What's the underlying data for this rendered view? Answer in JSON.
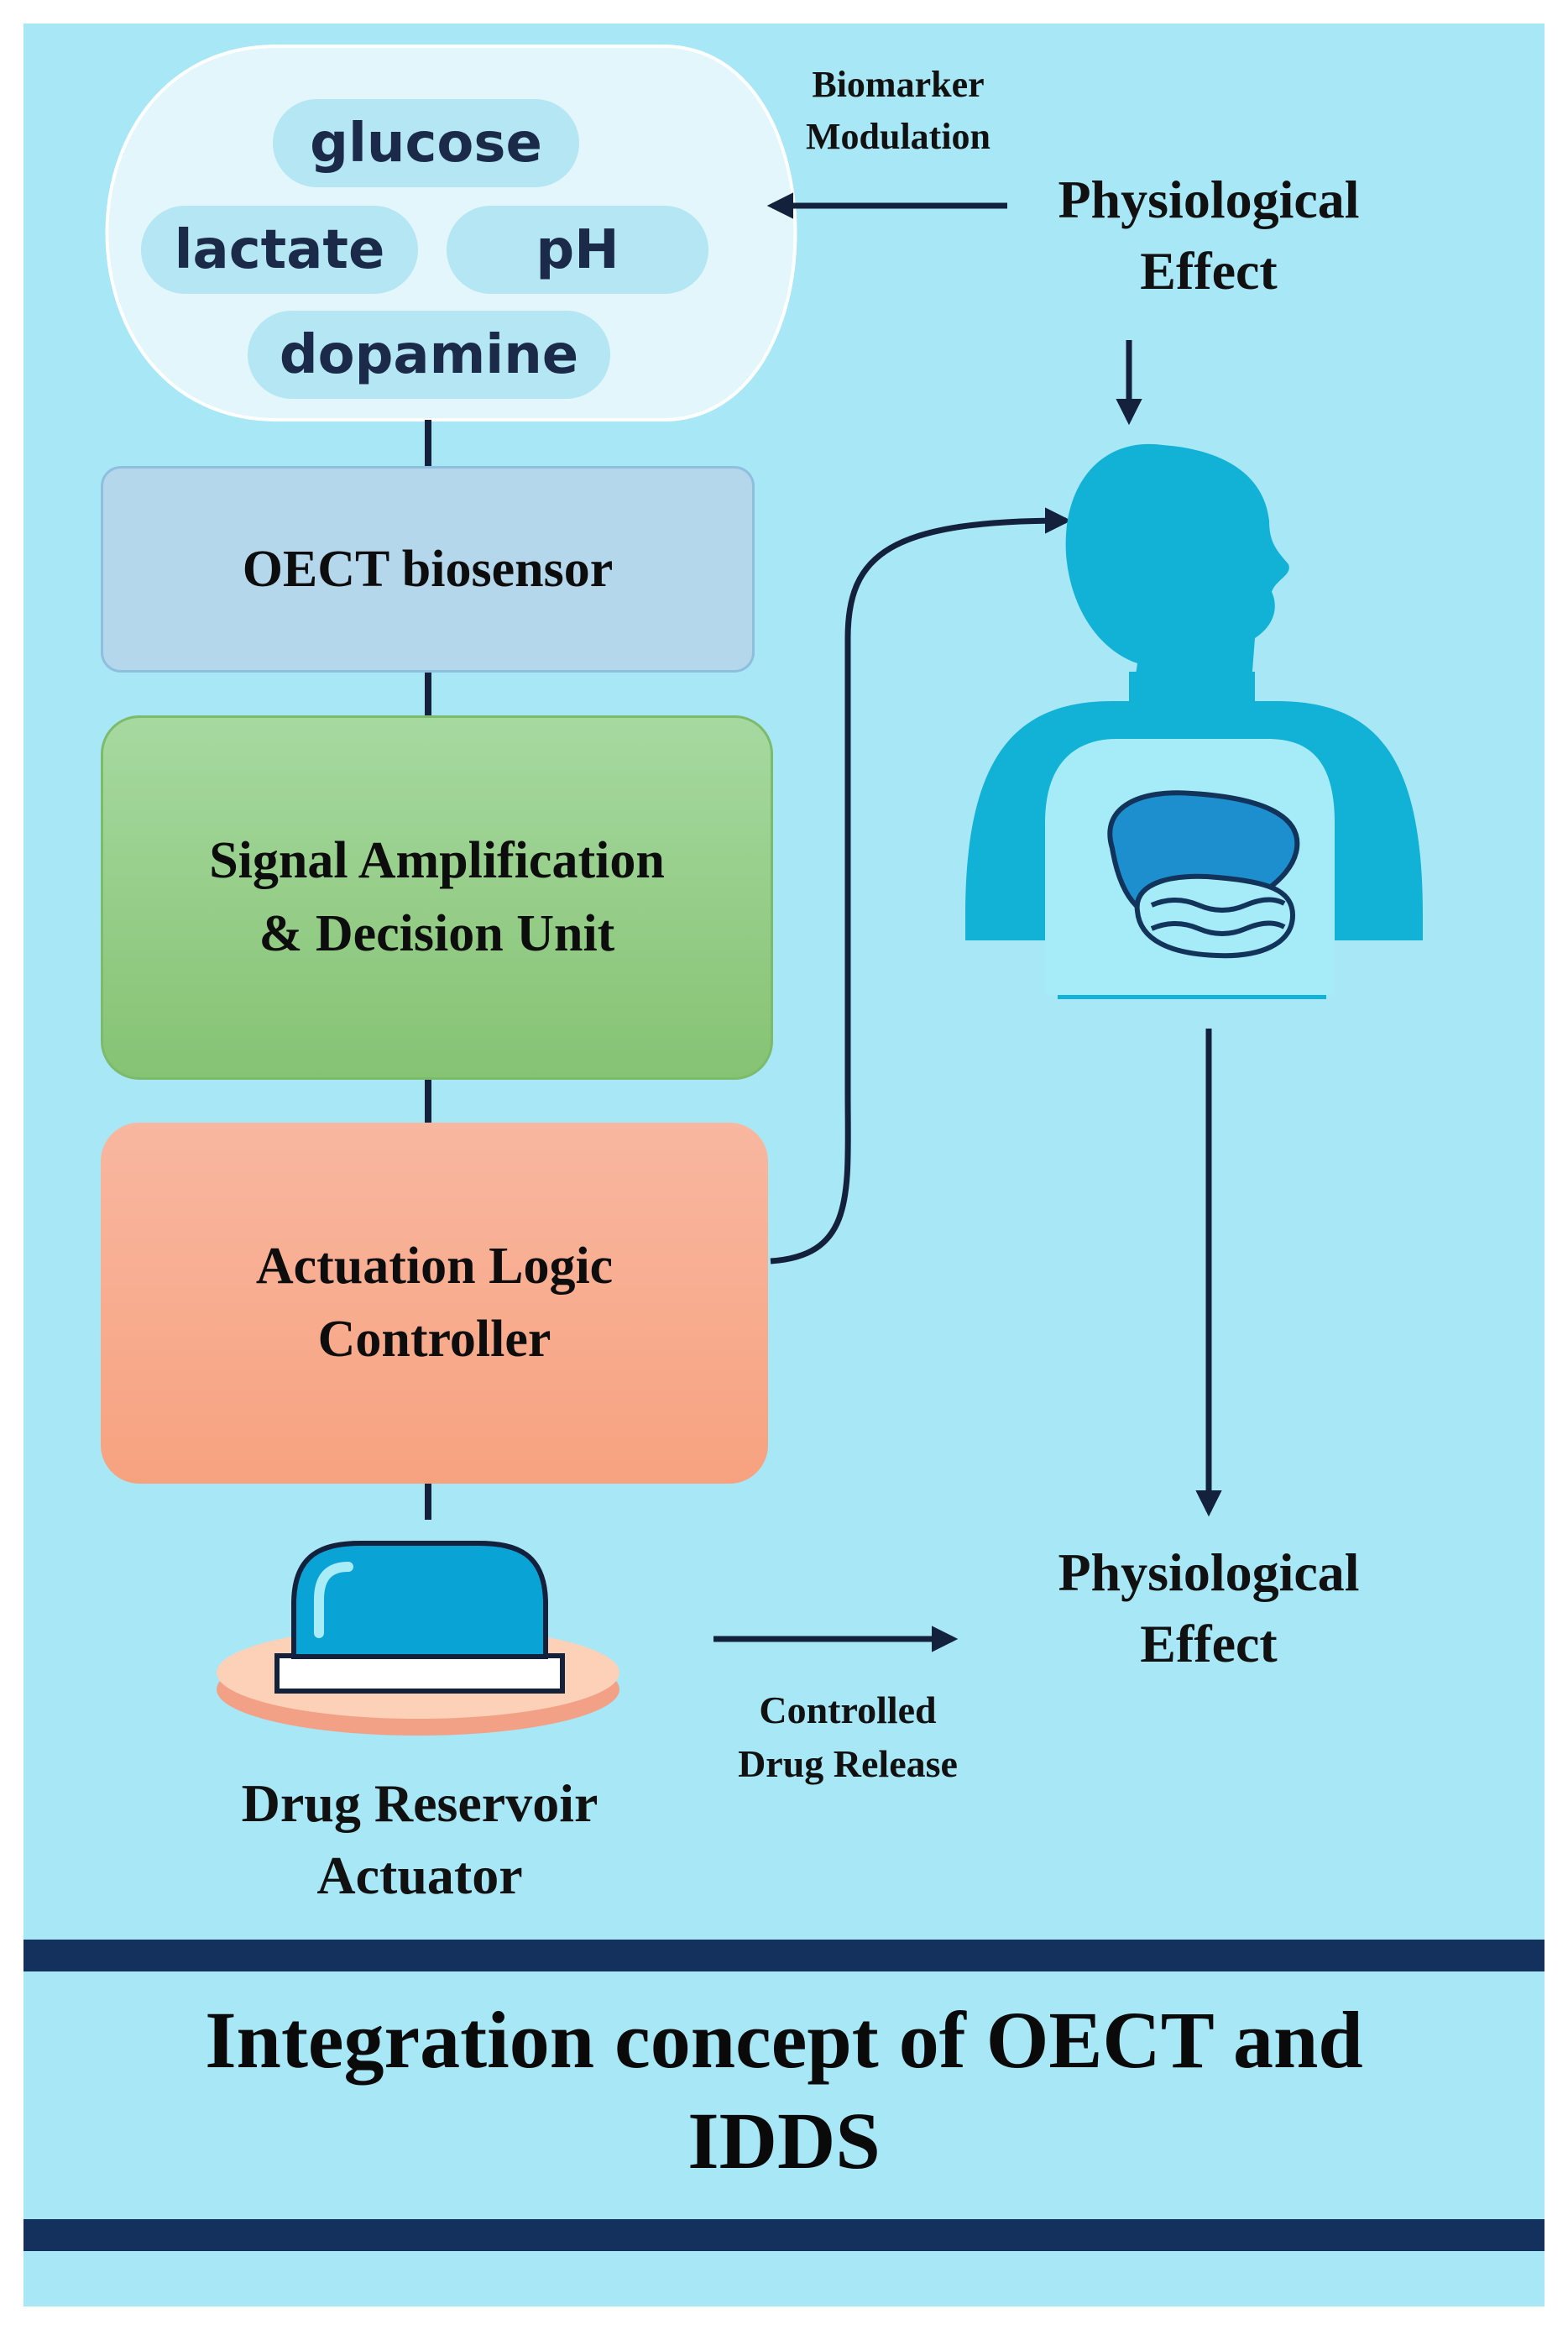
{
  "colors": {
    "background": "#a8e7f6",
    "biomarker_cloud": "#e2f6fb",
    "biomarker_pill": "#b4e6f3",
    "oect_box": "#b5d7ec",
    "signal_box": "#96cd8a",
    "actuation_box": "#f8ac8e",
    "human_figure": "#12b1d6",
    "arrow": "#14213d",
    "title_bars": "#14305c"
  },
  "icons": {
    "human": "human-silhouette-icon",
    "organ": "stomach-organ-icon",
    "reservoir": "drug-reservoir-dome-icon"
  },
  "biomarkers": [
    "glucose",
    "lactate",
    "pH",
    "dopamine"
  ],
  "blocks": {
    "oect_biosensor": "OECT biosensor",
    "signal_unit": "Signal Amplification\n& Decision Unit",
    "actuation_controller": "Actuation Logic\nController",
    "drug_reservoir": "Drug Reservoir\nActuator"
  },
  "labels": {
    "biomarker_modulation": "Biomarker\nModulation",
    "physiological_effect_top": "Physiological\nEffect",
    "physiological_effect_bottom": "Physiological\nEffect",
    "controlled_release": "Controlled\nDrug Release"
  },
  "title": "Integration concept of OECT and\nIDDS"
}
